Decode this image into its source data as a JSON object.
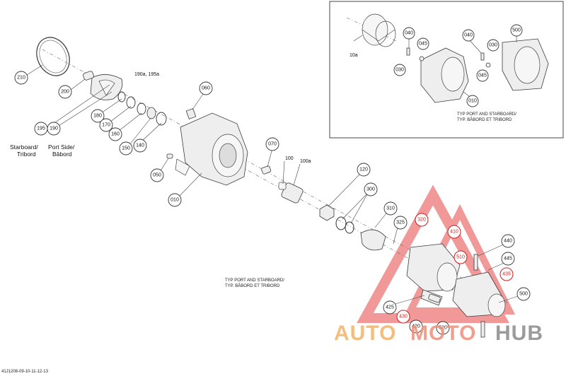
{
  "callouts": {
    "c210": "210",
    "c200": "200",
    "c195": "195",
    "c190": "190",
    "c180": "180",
    "c170": "170",
    "c160": "160",
    "c150": "150",
    "c140": "140",
    "c060": "060",
    "c050": "050",
    "c010": "010",
    "c070": "070",
    "c120": "120",
    "c300": "300",
    "c310": "310",
    "c325": "325",
    "c320": "320",
    "c410": "410",
    "c510": "510",
    "c440": "440",
    "c445": "445",
    "c435": "435",
    "c500": "500",
    "c425": "425",
    "c430": "430",
    "c420": "420",
    "c520": "520",
    "inset_040a": "040",
    "inset_045a": "045",
    "inset_030a": "030",
    "inset_040b": "040",
    "inset_045b": "045",
    "inset_030b": "030",
    "inset_500": "500",
    "inset_010": "010"
  },
  "text_labels": {
    "ref_190a": "190a, 195a",
    "ref_100": "100",
    "ref_100a": "100a",
    "ref_10a": "10a",
    "starboard": "Starboard/",
    "tribord": "Tribord",
    "portside": "Port Side/",
    "babord": "Bâbord",
    "typ_main_1": "TYP PORT AND STARBOARD/",
    "typ_main_2": "TYP. BÂBORD ET TRIBORD",
    "typ_inset_1": "TYP PORT AND STARBOARD/",
    "typ_inset_2": "TYP. BÂBORD ET TRIBORD",
    "drawing_id": "41J1208-09-10-11-12-13"
  },
  "watermark": {
    "part1": "AUTO",
    "part2": "MOTO",
    "part3": "HUB",
    "color_auto": "#f4b266",
    "color_moto": "#ef8f7a",
    "color_hub": "#8a8a8a",
    "color_triangle": "#e64545"
  }
}
